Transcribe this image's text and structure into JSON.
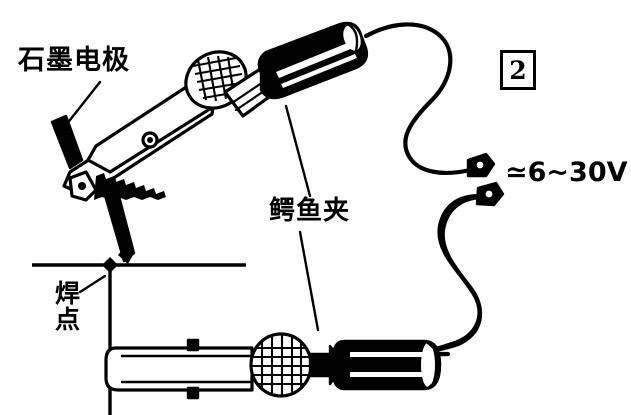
{
  "figure": {
    "number": "2",
    "domain": "technical-line-drawing",
    "description": "Carbon arc / resistance soldering setup diagram",
    "ink_color": "#000000",
    "background_color": "#ffffff"
  },
  "labels": {
    "graphite_electrode": "石墨电极",
    "alligator_clip": "鳄鱼夹",
    "solder_joint": "焊\n点",
    "voltage": "≃6~30V"
  },
  "components": {
    "upper_tool": {
      "name": "alligator-clip-holder-upper",
      "holds": "石墨电极"
    },
    "lower_tool": {
      "name": "alligator-clip-holder-lower",
      "holds": "workpiece"
    },
    "terminals": {
      "count": 2,
      "label": "≃6~30V"
    },
    "workpiece": {
      "horizontal_wire": true,
      "vertical_wire": true,
      "joint_marker": "filled-dot"
    }
  }
}
